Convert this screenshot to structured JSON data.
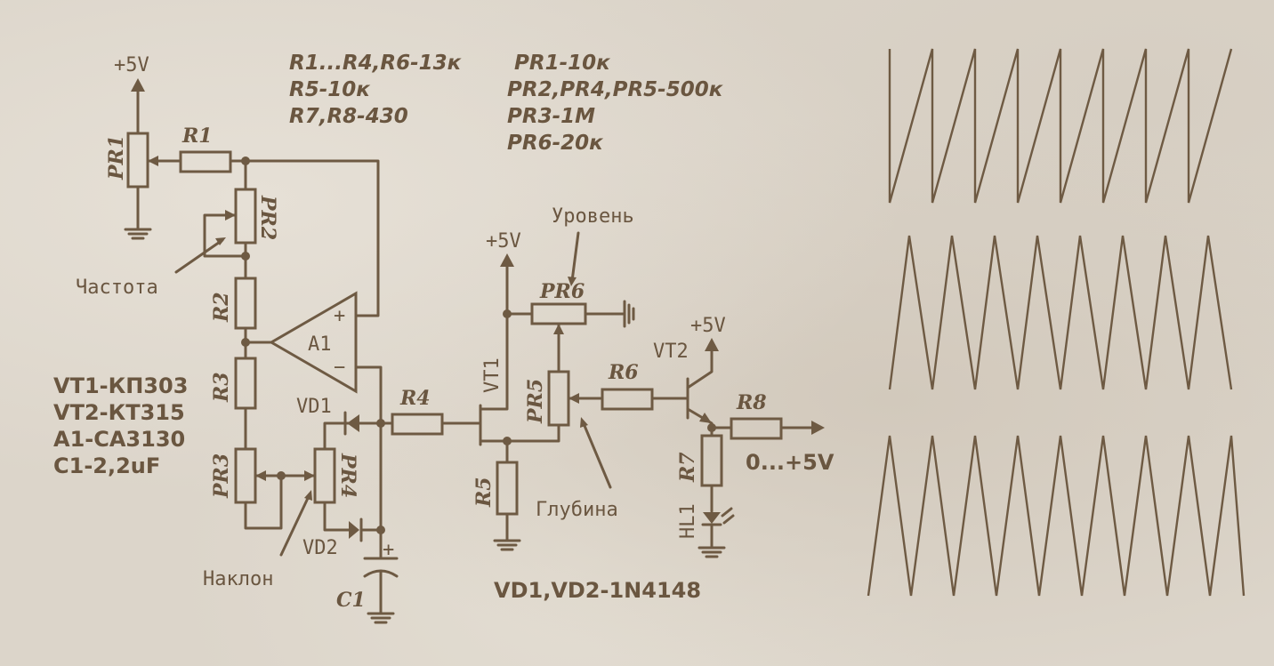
{
  "specs": {
    "col1": [
      "R1...R4,R6-13к",
      "R5-10к",
      "R7,R8-430"
    ],
    "col2": [
      "PR1-10к",
      "PR2,PR4,PR5-500к",
      "PR3-1M",
      "PR6-20к"
    ]
  },
  "parts_list": [
    "VT1-КП303",
    "VT2-КТ315",
    "A1-CA3130",
    "C1-2,2uF"
  ],
  "diodes_note": "VD1,VD2-1N4148",
  "labels": {
    "supply1": "+5V",
    "supply2": "+5V",
    "supply3": "+5V",
    "pr1": "PR1",
    "r1": "R1",
    "pr2": "PR2",
    "r2": "R2",
    "r3": "R3",
    "pr3": "PR3",
    "pr4": "PR4",
    "a1": "A1",
    "plus": "+",
    "minus": "−",
    "vd1": "VD1",
    "vd2": "VD2",
    "c1": "C1",
    "c1_plus": "+",
    "r4": "R4",
    "vt1": "VT1",
    "r5": "R5",
    "pr5": "PR5",
    "pr6": "PR6",
    "r6": "R6",
    "vt2": "VT2",
    "r7": "R7",
    "hl1": "HL1",
    "r8": "R8",
    "output": "0...+5V"
  },
  "annotations": {
    "frequency": "Частота",
    "slope": "Наклон",
    "level": "Уровень",
    "depth": "Глубина"
  },
  "colors": {
    "ink": "#6e5a43",
    "paper": "#dcd5ca"
  }
}
